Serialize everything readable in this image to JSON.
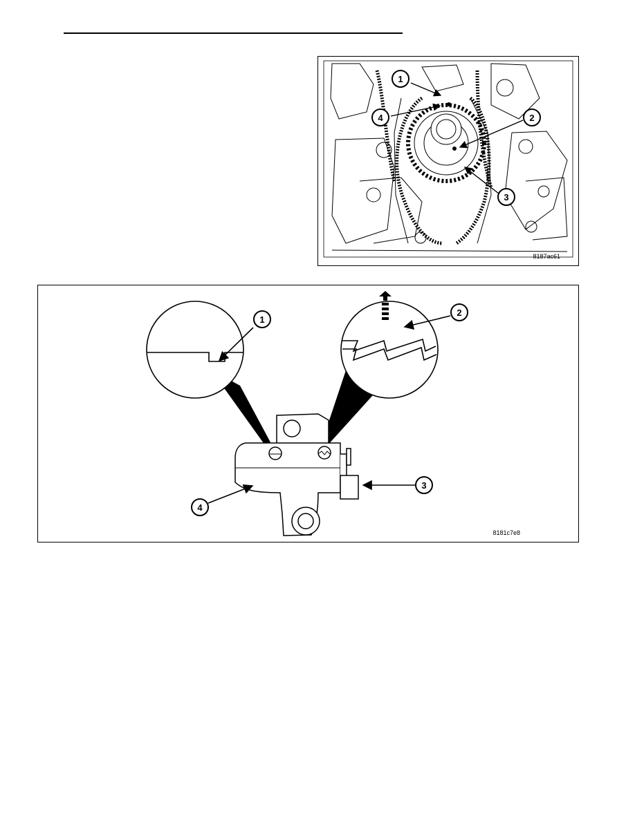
{
  "figure1": {
    "code": "8187ac61",
    "callouts": [
      "1",
      "2",
      "3",
      "4"
    ]
  },
  "figure2": {
    "code": "8181c7e8",
    "callouts": [
      "1",
      "2",
      "3",
      "4"
    ]
  }
}
